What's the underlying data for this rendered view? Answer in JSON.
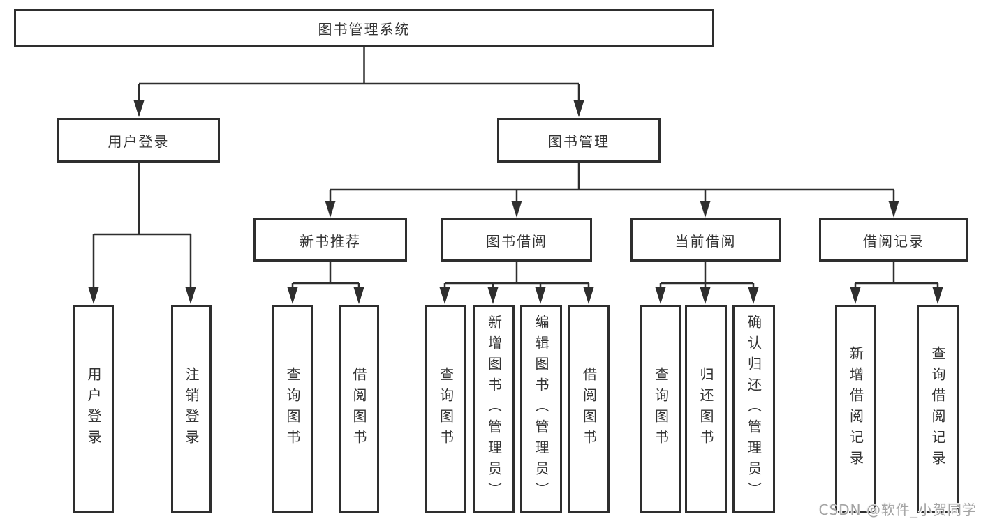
{
  "diagram": {
    "colors": {
      "line": "#2e2e2e",
      "border": "#2e2e2e",
      "text": "#333333",
      "box_background": "#ffffff",
      "page_background": "#ffffff"
    },
    "root": {
      "label": "图书管理系统"
    },
    "branches": [
      {
        "label": "用户登录",
        "leaves": [
          {
            "label": "用户登录"
          },
          {
            "label": "注销登录"
          }
        ]
      },
      {
        "label": "图书管理",
        "groups": [
          {
            "label": "新书推荐",
            "leaves": [
              {
                "label": "查询图书"
              },
              {
                "label": "借阅图书"
              }
            ]
          },
          {
            "label": "图书借阅",
            "leaves": [
              {
                "label": "查询图书"
              },
              {
                "label": "新增图书（管理员）"
              },
              {
                "label": "编辑图书（管理员）"
              },
              {
                "label": "借阅图书"
              }
            ]
          },
          {
            "label": "当前借阅",
            "leaves": [
              {
                "label": "查询图书"
              },
              {
                "label": "归还图书"
              },
              {
                "label": "确认归还（管理员）"
              }
            ]
          },
          {
            "label": "借阅记录",
            "leaves": [
              {
                "label": "新增借阅记录"
              },
              {
                "label": "查询借阅记录"
              }
            ]
          }
        ]
      }
    ]
  },
  "watermark": {
    "text": "CSDN @软件_小贺同学",
    "color": "#a3a3a3"
  }
}
